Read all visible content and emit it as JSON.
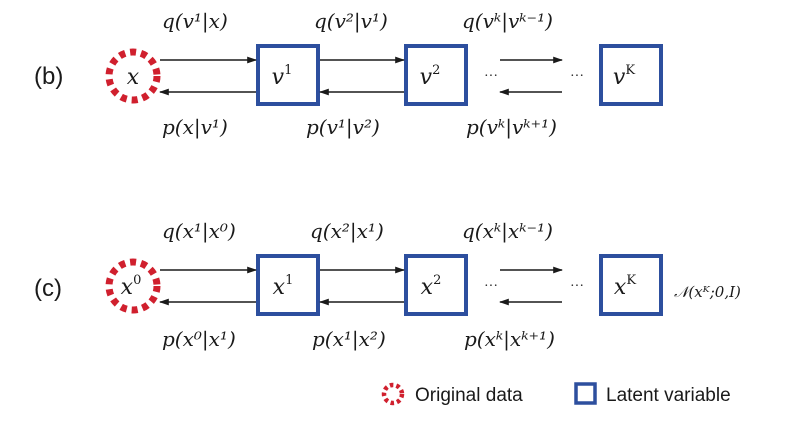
{
  "panel_b": {
    "label": "(b)",
    "node_x": "x",
    "node_v1": "v",
    "node_v1_sup": "1",
    "node_v2": "v",
    "node_v2_sup": "2",
    "node_vK": "v",
    "node_vK_sup": "K",
    "ellipsis": "···",
    "q1": "q(v¹|x)",
    "q2": "q(v²|v¹)",
    "qk": "q(vᵏ|vᵏ⁻¹)",
    "p1": "p(x|v¹)",
    "p2": "p(v¹|v²)",
    "pk": "p(vᵏ|vᵏ⁺¹)"
  },
  "panel_c": {
    "label": "(c)",
    "node_x0": "x",
    "node_x0_sup": "0",
    "node_x1": "x",
    "node_x1_sup": "1",
    "node_x2": "x",
    "node_x2_sup": "2",
    "node_xK": "x",
    "node_xK_sup": "K",
    "ellipsis": "···",
    "q1": "q(x¹|x⁰)",
    "q2": "q(x²|x¹)",
    "qk": "q(xᵏ|xᵏ⁻¹)",
    "p1": "p(x⁰|x¹)",
    "p2": "p(x¹|x²)",
    "pk": "p(xᵏ|xᵏ⁺¹)",
    "prior": "𝒩(xᴷ;0,I)"
  },
  "legend": {
    "original": "Original data",
    "latent": "Latent variable"
  },
  "colors": {
    "original": "#d0202e",
    "latent": "#2d4f9e",
    "arrow": "#1a1a1a"
  }
}
